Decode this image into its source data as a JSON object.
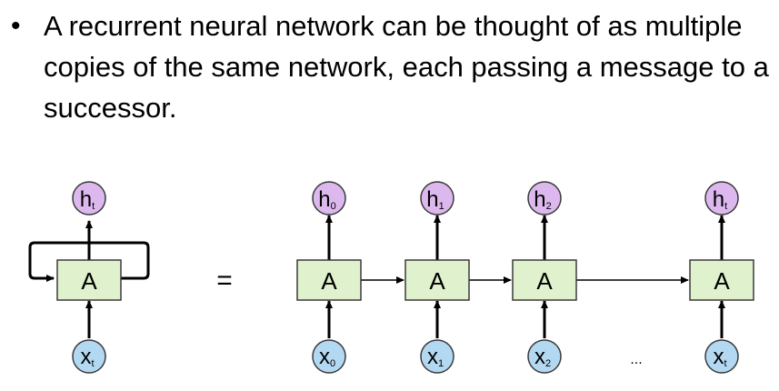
{
  "slide": {
    "bullet_symbol": "•",
    "text": "A recurrent neural network can be thought of as multiple copies of the same network, each passing a message to a successor."
  },
  "diagram": {
    "equals_sign": "=",
    "ellipsis": "...",
    "colors": {
      "cell_fill": "#dff2cd",
      "cell_stroke": "#3a3a3a",
      "output_fill": "#ddb8ee",
      "input_fill": "#b3d8f2",
      "line": "#000000"
    },
    "rolled": {
      "cell_label": "A",
      "output": {
        "base": "h",
        "sub": "t"
      },
      "input": {
        "base": "x",
        "sub": "t"
      }
    },
    "unrolled": [
      {
        "cell_label": "A",
        "output": {
          "base": "h",
          "sub": "0"
        },
        "input": {
          "base": "x",
          "sub": "0"
        }
      },
      {
        "cell_label": "A",
        "output": {
          "base": "h",
          "sub": "1"
        },
        "input": {
          "base": "x",
          "sub": "1"
        }
      },
      {
        "cell_label": "A",
        "output": {
          "base": "h",
          "sub": "2"
        },
        "input": {
          "base": "x",
          "sub": "2"
        }
      },
      {
        "cell_label": "A",
        "output": {
          "base": "h",
          "sub": "t"
        },
        "input": {
          "base": "x",
          "sub": "t"
        }
      }
    ]
  }
}
